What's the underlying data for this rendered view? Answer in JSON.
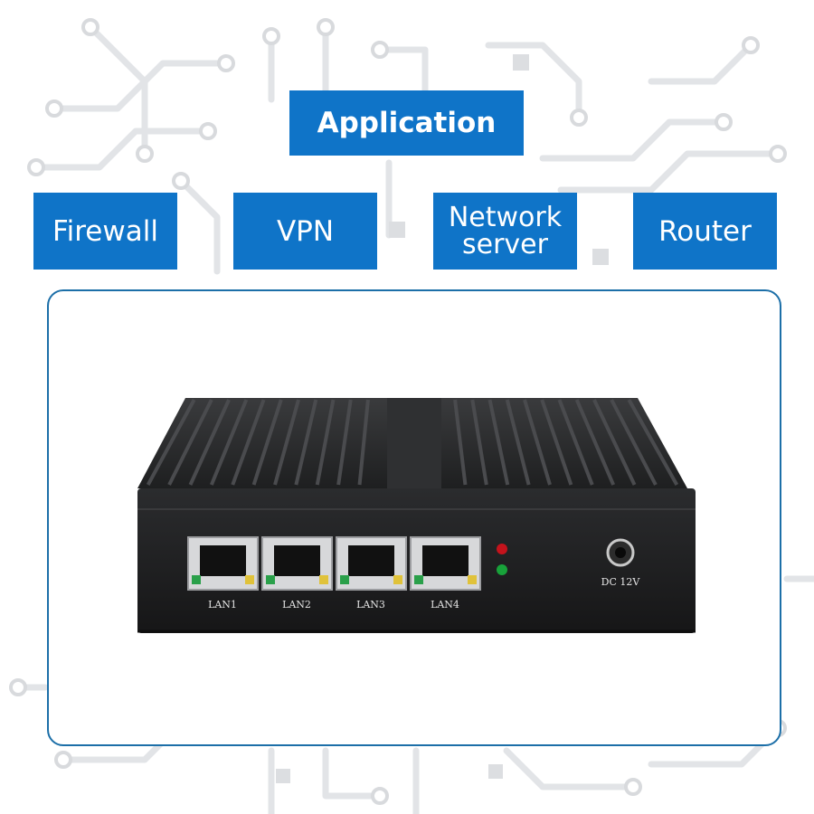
{
  "title": "Application",
  "categories": {
    "firewall": "Firewall",
    "vpn": "VPN",
    "network_line1": "Network",
    "network_line2": "server",
    "router": "Router"
  },
  "device": {
    "ports": [
      "LAN1",
      "LAN2",
      "LAN3",
      "LAN4"
    ],
    "power_label": "DC 12V",
    "led_colors": [
      "#c4131c",
      "#18a23a"
    ],
    "body_color": "#1a1a1a"
  },
  "colors": {
    "accent": "#0f74c8",
    "frame": "#1c6fa8"
  }
}
